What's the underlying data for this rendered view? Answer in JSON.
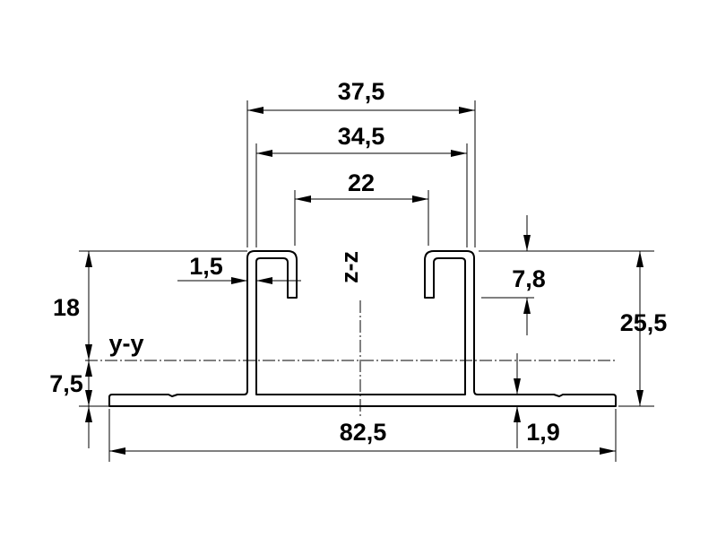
{
  "dimensions": {
    "outer_width": "37,5",
    "inner_width": "34,5",
    "slot_width": "22",
    "wall_thickness": "1,5",
    "flange_depth": "7,8",
    "upper_height": "18",
    "lower_height": "7,5",
    "total_height": "25,5",
    "base_width": "82,5",
    "base_thickness": "1,9"
  },
  "axes": {
    "horizontal": "y-y",
    "vertical": "z-z"
  }
}
